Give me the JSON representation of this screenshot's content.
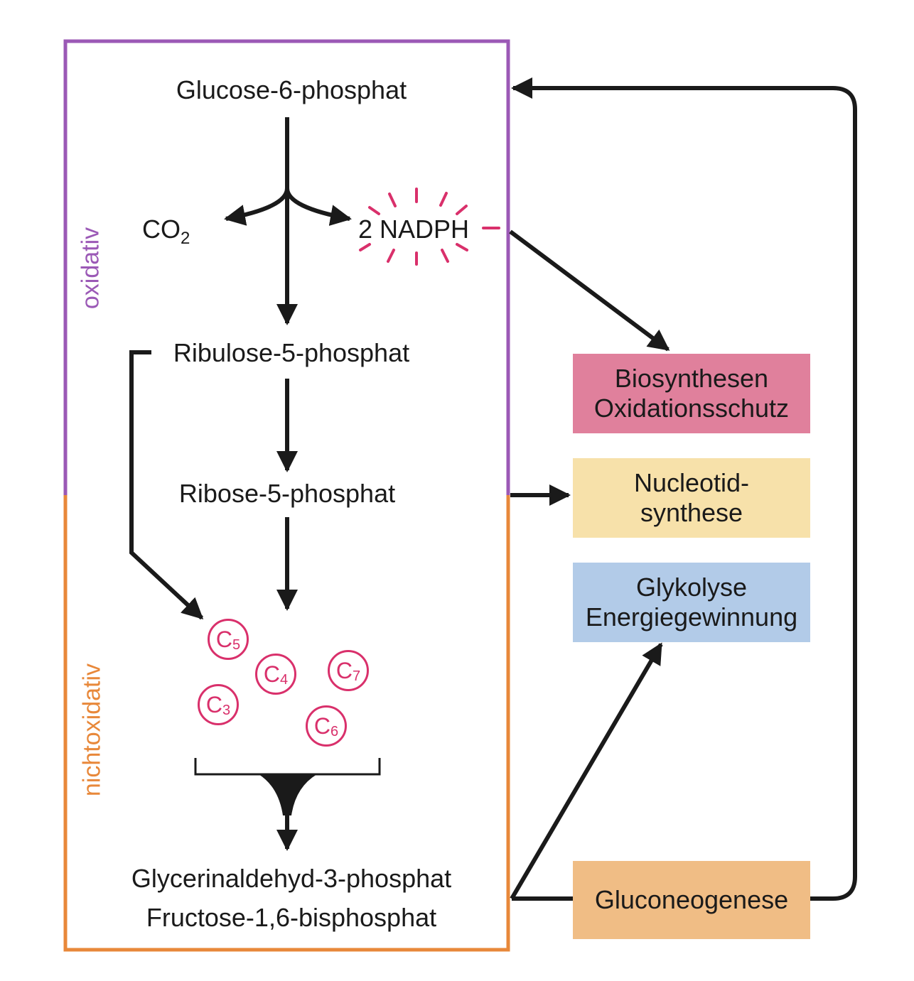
{
  "sections": {
    "oxidative": "oxidativ",
    "nonoxidative": "nichtoxidativ"
  },
  "metabolites": {
    "glucose6p": "Glucose-6-phosphat",
    "co2_main": "CO",
    "co2_sub": "2",
    "nadph": "2 NADPH",
    "ribulose5p": "Ribulose-5-phosphat",
    "ribose5p": "Ribose-5-phosphat",
    "gap": "Glycerinaldehyd-3-phosphat",
    "fbp": "Fructose-1,6-bisphosphat"
  },
  "carbons": [
    {
      "main": "C",
      "sub": "5"
    },
    {
      "main": "C",
      "sub": "4"
    },
    {
      "main": "C",
      "sub": "7"
    },
    {
      "main": "C",
      "sub": "3"
    },
    {
      "main": "C",
      "sub": "6"
    }
  ],
  "outputs": {
    "biosynthesis": {
      "line1": "Biosynthesen",
      "line2": "Oxidationsschutz"
    },
    "nucleotide": {
      "line1": "Nucleotid-",
      "line2": "synthese"
    },
    "glycolysis": {
      "line1": "Glykolyse",
      "line2": "Energiegewinnung"
    },
    "gluconeogenesis": {
      "label": "Gluconeogenese"
    }
  },
  "colors": {
    "oxidative_border": "#9b59b6",
    "nonoxidative_border": "#e8883a",
    "accent_pink": "#d9306b",
    "biosynthesis_fill": "#e0809c",
    "nucleotide_fill": "#f7e1aa",
    "glycolysis_fill": "#b2cbe8",
    "gluconeogenesis_fill": "#f0bd85"
  }
}
